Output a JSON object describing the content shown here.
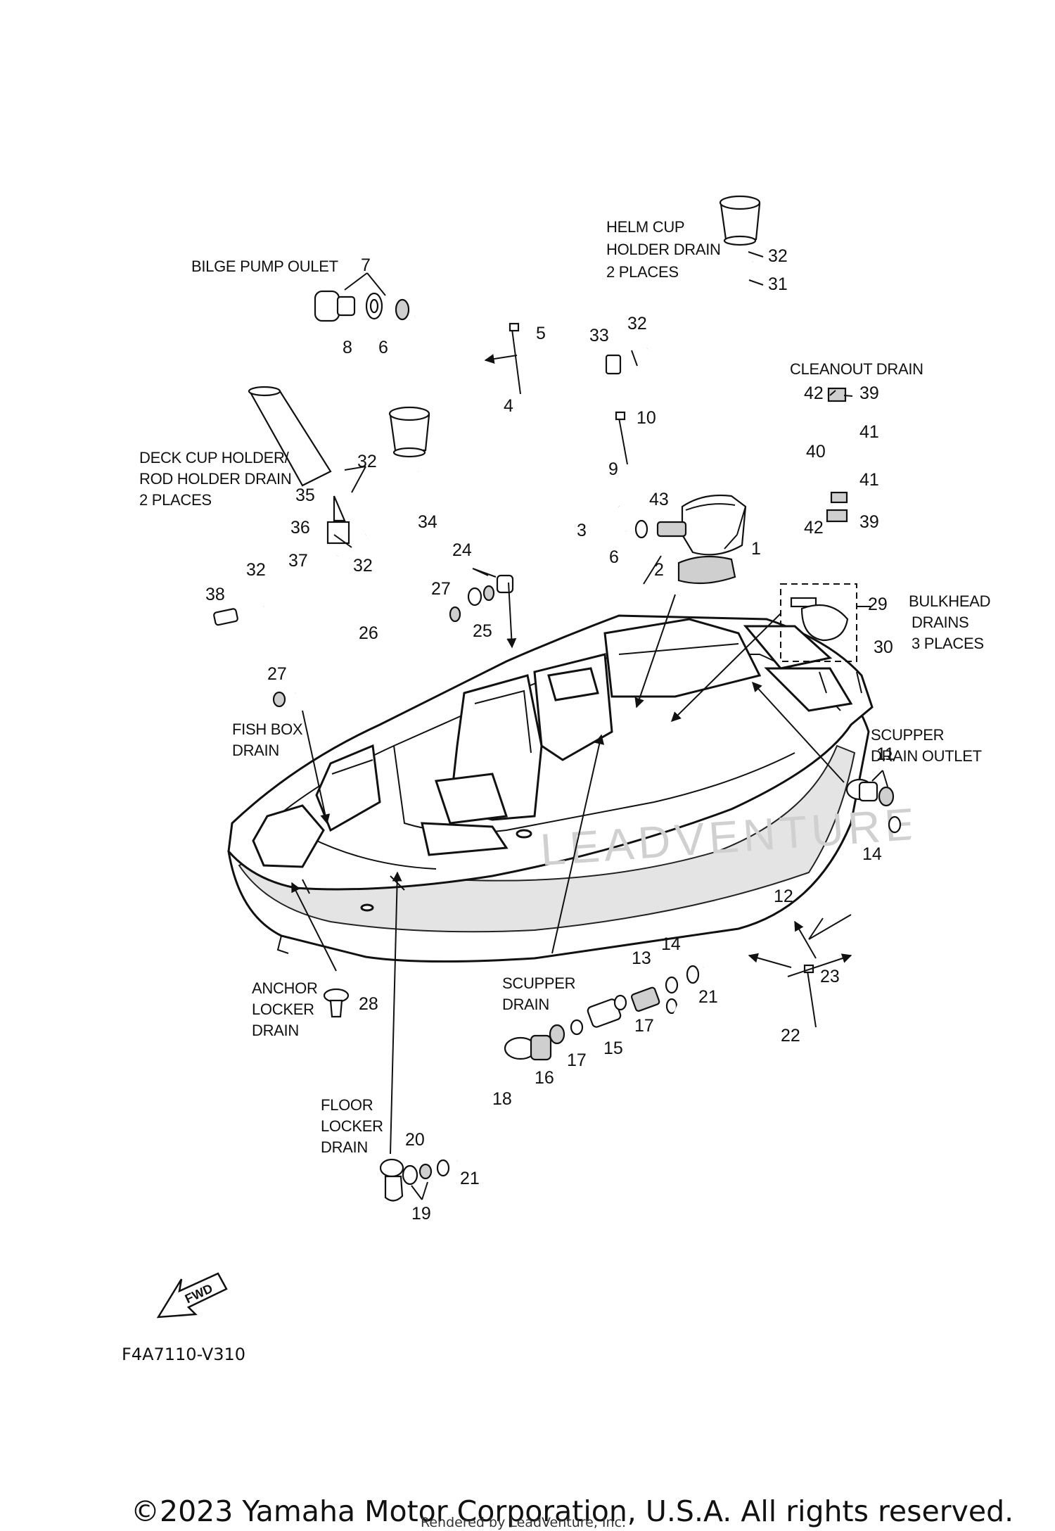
{
  "title": "",
  "labels": {
    "bilge_pump_outlet": "BILGE PUMP OULET",
    "helm_cup_l1": "HELM CUP",
    "helm_cup_l2": "HOLDER DRAIN",
    "helm_cup_l3": "2 PLACES",
    "cleanout_drain": "CLEANOUT DRAIN",
    "deck_cup_l1": "DECK CUP HOLDER/",
    "deck_cup_l2": "ROD HOLDER DRAIN",
    "deck_cup_l3": "2 PLACES",
    "bulkhead_l1": "BULKHEAD",
    "bulkhead_l2": "DRAINS",
    "bulkhead_l3": "3 PLACES",
    "fish_box_l1": "FISH BOX",
    "fish_box_l2": "DRAIN",
    "scupper_outlet_l1": "SCUPPER",
    "scupper_outlet_l2": "DRAIN OUTLET",
    "anchor_l1": "ANCHOR",
    "anchor_l2": "LOCKER",
    "anchor_l3": "DRAIN",
    "scupper_l1": "SCUPPER",
    "scupper_l2": "DRAIN",
    "floor_l1": "FLOOR",
    "floor_l2": "LOCKER",
    "floor_l3": "DRAIN"
  },
  "fwd_label": "FWD",
  "diagram_code": "F4A7110-V310",
  "copyright": "©2023 Yamaha Motor Corporation, U.S.A. All rights reserved.",
  "rendered_by": "Rendered by LeadVenture, Inc.",
  "watermark": "LEADVENTURE",
  "callouts": {
    "c1": "1",
    "c2": "2",
    "c3": "3",
    "c4": "4",
    "c5": "5",
    "c6a": "6",
    "c6b": "6",
    "c7": "7",
    "c8": "8",
    "c9": "9",
    "c10": "10",
    "c11": "11",
    "c12": "12",
    "c13": "13",
    "c14a": "14",
    "c14b": "14",
    "c15": "15",
    "c16": "16",
    "c17a": "17",
    "c17b": "17",
    "c18": "18",
    "c19": "19",
    "c20": "20",
    "c21a": "21",
    "c21b": "21",
    "c22": "22",
    "c23": "23",
    "c24": "24",
    "c25": "25",
    "c26": "26",
    "c27a": "27",
    "c27b": "27",
    "c28": "28",
    "c29": "29",
    "c30": "30",
    "c31": "31",
    "c32a": "32",
    "c32b": "32",
    "c32c": "32",
    "c32d": "32",
    "c32e": "32",
    "c33": "33",
    "c34": "34",
    "c35": "35",
    "c36": "36",
    "c37": "37",
    "c38": "38",
    "c39a": "39",
    "c39b": "39",
    "c40": "40",
    "c41a": "41",
    "c41b": "41",
    "c42a": "42",
    "c42b": "42",
    "c43": "43"
  }
}
